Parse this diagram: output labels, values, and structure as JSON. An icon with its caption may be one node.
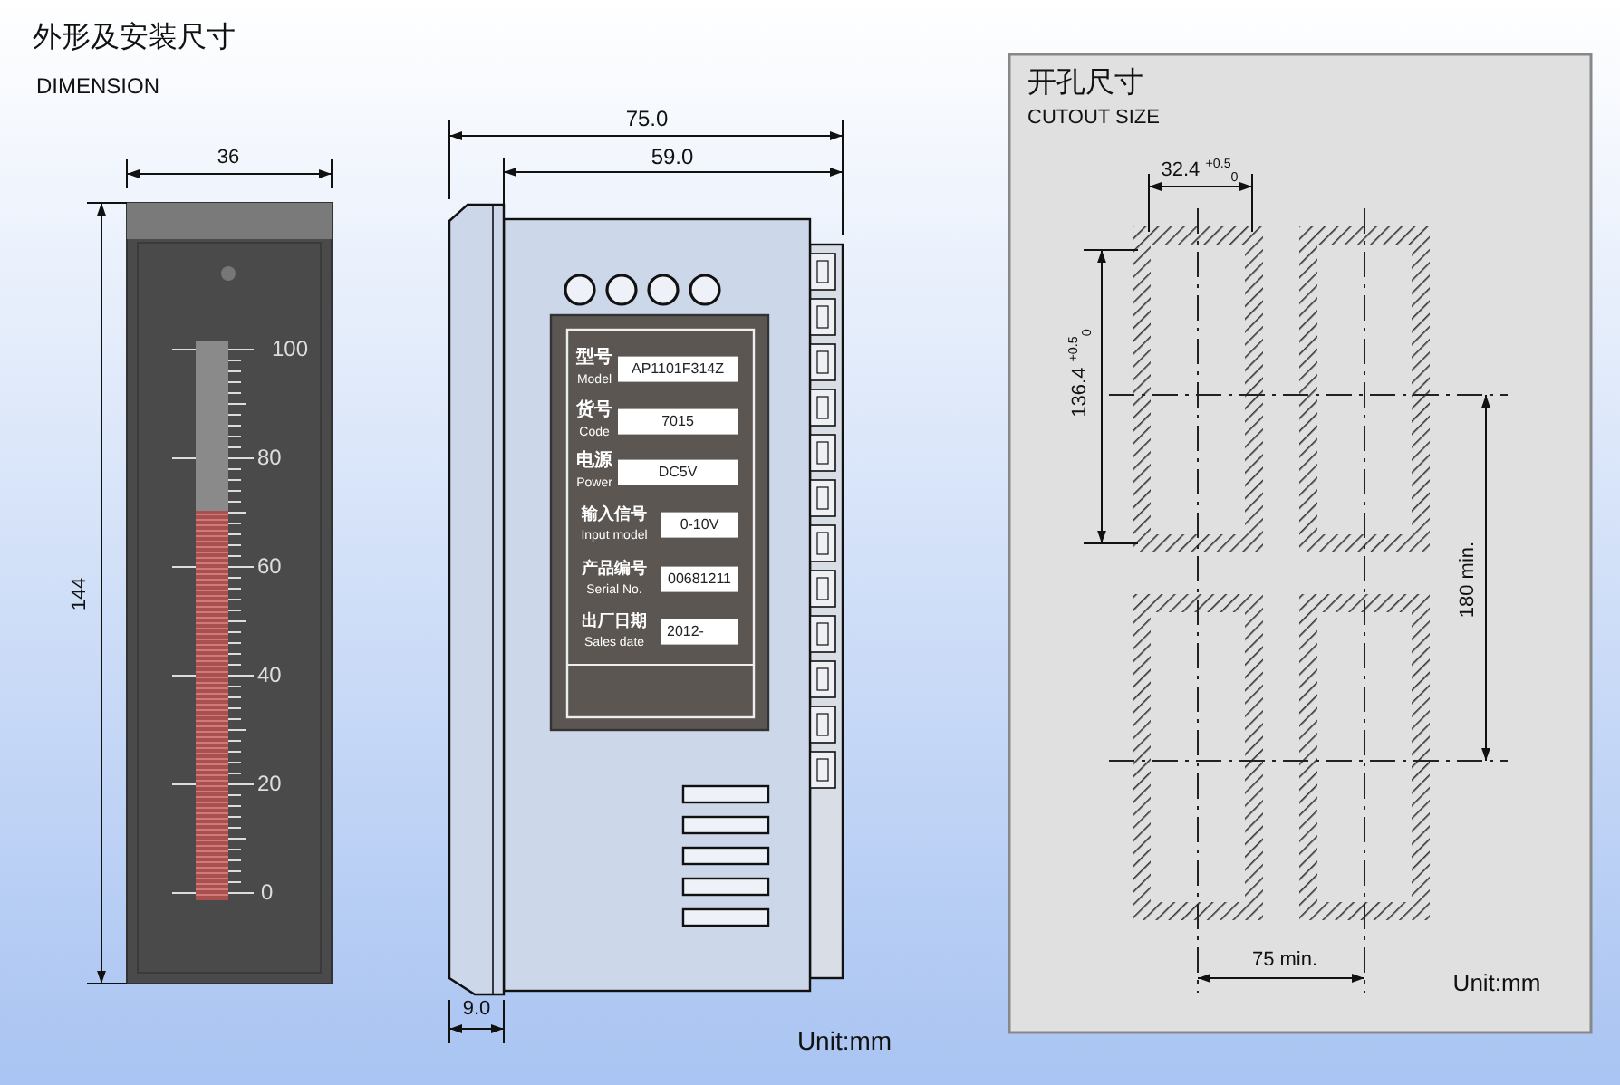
{
  "diagram": {
    "title": "外形及安装尺寸",
    "labels": [
      "DIMENSION",
      "36",
      "144",
      "100",
      "80",
      "60",
      "40",
      "20",
      "0",
      "75.0",
      "59.0",
      "型号",
      "Model",
      "AP1101F314Z",
      "货号",
      "Code",
      "7015",
      "电源",
      "Power",
      "DC5V",
      "输入信号",
      "Input model",
      "0-10V",
      "产品编号",
      "Serial No.",
      "00681211",
      "出厂日期",
      "Sales date",
      "2012-",
      "9.0",
      "Unit:mm",
      "开孔尺寸",
      "CUTOUT SIZE",
      "32.4 $^{+0.5}$$_{0}$",
      "136.4 $^{+0.5}$$_{0}$",
      "180 min.",
      "75 min.",
      "Unit:mm"
    ]
  }
}
